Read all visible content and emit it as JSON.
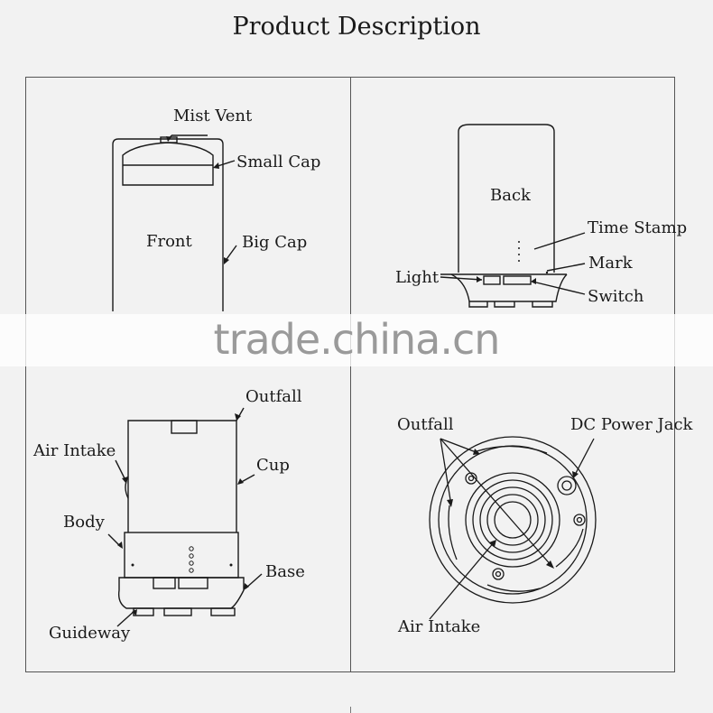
{
  "title": "Product Description",
  "panels": {
    "front": {
      "center_label": "Front",
      "callouts": [
        "Mist Vent",
        "Small Cap",
        "Big Cap"
      ]
    },
    "back": {
      "center_label": "Back",
      "callouts": [
        "Time Stamp",
        "Mark",
        "Light",
        "Switch"
      ]
    },
    "side": {
      "callouts": [
        "Outfall",
        "Air Intake",
        "Cup",
        "Body",
        "Base",
        "Guideway"
      ]
    },
    "bottom": {
      "callouts": [
        "Outfall",
        "DC Power Jack",
        "Air Intake"
      ]
    }
  },
  "watermark": "trade.china.cn",
  "colors": {
    "background": "#f2f2f2",
    "line": "#1a1a1a",
    "watermark": "#9a9a9a"
  }
}
